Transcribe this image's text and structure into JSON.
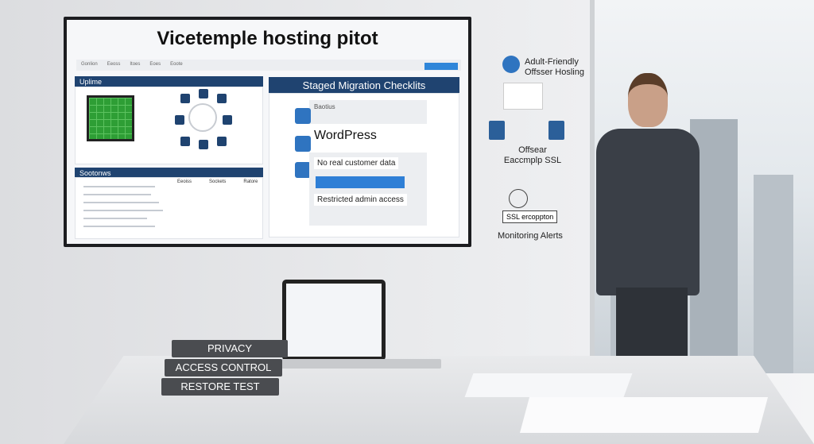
{
  "screen": {
    "title": "Vicetemple hosting pitot",
    "nav_items": [
      "Gonlion",
      "Eeoss",
      "Itoes",
      "Eoes",
      "Eoote"
    ],
    "uptime_header": "Uplime",
    "sections_header": "Sootonws",
    "sections_columns": [
      "Eeoiss",
      "Sockets",
      "Ratore"
    ],
    "checklist_header": "Staged Migration Checklits",
    "checklist_item_title": "Baotius",
    "wordpress_label": "WordPress",
    "item_no_data": "No real customer data",
    "item_admin": "Restricted admin access"
  },
  "wall_annotations": {
    "hosting": "Adult-Friendly Offsser Hosling",
    "ssl": "Offsear Eaccmplp SSL",
    "ssl_badge": "SSL ercoppton",
    "monitoring": "Monitoring Alerts"
  },
  "books": [
    "PRIVACY",
    "ACCESS CONTROL",
    "RESTORE TEST"
  ],
  "colors": {
    "navy": "#1f4370",
    "accent_blue": "#2f74c0",
    "green": "#2e9e35"
  }
}
